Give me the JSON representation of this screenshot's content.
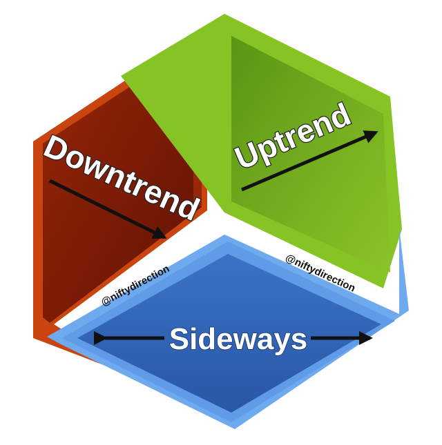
{
  "faces": {
    "downtrend": {
      "label": "Downtrend",
      "fill_dark": "#7a1806",
      "fill_light": "#b4320f",
      "rim": "#c9440f"
    },
    "uptrend": {
      "label": "Uptrend",
      "fill_dark": "#4f8a0e",
      "fill_light": "#7fb522",
      "rim": "#86c425"
    },
    "sideways": {
      "label": "Sideways",
      "fill_dark": "#2a57a8",
      "fill_light": "#3f78cf",
      "rim": "#6fa9ee"
    }
  },
  "watermarks": {
    "left": "@niftydirection",
    "right": "@niftydirection"
  },
  "icons": {
    "downtrend_arrow": "arrow-down-right-icon",
    "uptrend_arrow": "arrow-up-right-icon",
    "sideways_arrow": "double-headed-arrow-icon"
  },
  "colors": {
    "background": "#ffffff",
    "arrow": "#111111",
    "label_text": "#ffffff",
    "label_stroke": "#222222"
  }
}
